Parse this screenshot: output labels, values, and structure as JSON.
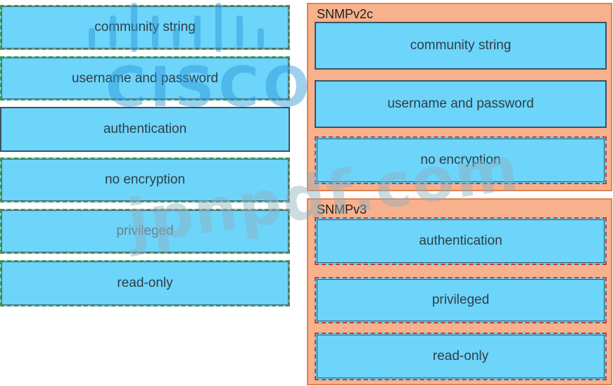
{
  "source_options": [
    "community string",
    "username and password",
    "authentication",
    "no encryption",
    "privileged",
    "read-only"
  ],
  "targets": [
    {
      "title": "SNMPv2c",
      "items": [
        "community string",
        "username and password",
        "no encryption"
      ]
    },
    {
      "title": "SNMPv3",
      "items": [
        "authentication",
        "privileged",
        "read-only"
      ]
    }
  ],
  "watermarks": {
    "brand": "CISCO",
    "site": "jpnpdf.com"
  },
  "colors": {
    "item_fill": "#6dd4fa",
    "panel_fill": "#f7b18d",
    "panel_border": "#e3814f",
    "watermark_blue": "#2896d7"
  }
}
